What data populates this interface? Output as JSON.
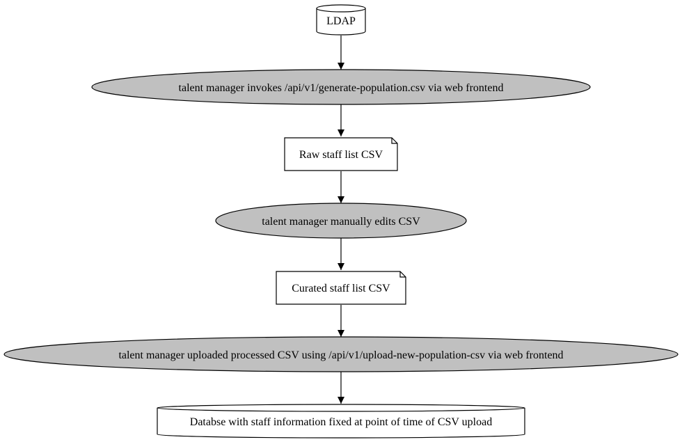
{
  "diagram": {
    "nodes": [
      {
        "id": "ldap",
        "shape": "cylinder",
        "label": "LDAP"
      },
      {
        "id": "generate",
        "shape": "ellipse",
        "label": "talent manager invokes /api/v1/generate-population.csv via web frontend"
      },
      {
        "id": "raw_csv",
        "shape": "note",
        "label": "Raw staff list CSV"
      },
      {
        "id": "edit",
        "shape": "ellipse",
        "label": "talent manager manually edits CSV"
      },
      {
        "id": "curated_csv",
        "shape": "note",
        "label": "Curated staff list CSV"
      },
      {
        "id": "upload",
        "shape": "ellipse",
        "label": "talent manager uploaded processed CSV using /api/v1/upload-new-population-csv via web frontend"
      },
      {
        "id": "database",
        "shape": "cylinder",
        "label": "Databse with staff information fixed at point of time of CSV upload"
      }
    ],
    "edges": [
      {
        "from": "ldap",
        "to": "generate"
      },
      {
        "from": "generate",
        "to": "raw_csv"
      },
      {
        "from": "raw_csv",
        "to": "edit"
      },
      {
        "from": "edit",
        "to": "curated_csv"
      },
      {
        "from": "curated_csv",
        "to": "upload"
      },
      {
        "from": "upload",
        "to": "database"
      }
    ],
    "colors": {
      "process_fill": "#c0c0c0",
      "document_fill": "#ffffff",
      "stroke": "#000000"
    }
  }
}
